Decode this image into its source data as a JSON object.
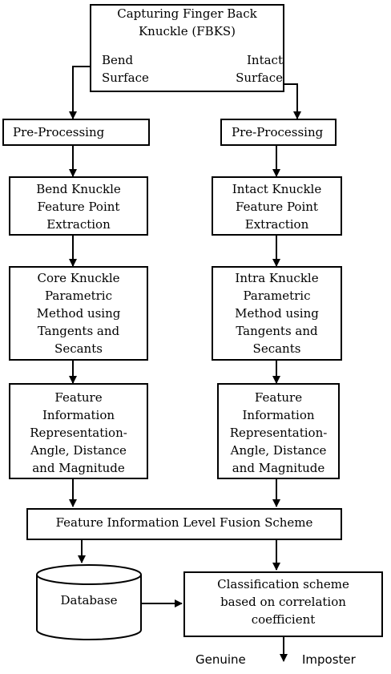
{
  "top": {
    "title": "Capturing Finger Back\nKnuckle (FBKS)",
    "bend": "Bend\nSurface",
    "intact": "Intact\nSurface"
  },
  "left": {
    "pre": "Pre-Processing",
    "extract": "Bend Knuckle\nFeature Point\nExtraction",
    "method": "Core Knuckle\nParametric\nMethod using\nTangents and\nSecants",
    "feature": "Feature\nInformation\nRepresentation-\nAngle, Distance\nand Magnitude"
  },
  "right": {
    "pre": "Pre-Processing",
    "extract": "Intact Knuckle\nFeature Point\nExtraction",
    "method": "Intra Knuckle\nParametric\nMethod using\nTangents and\nSecants",
    "feature": "Feature\nInformation\nRepresentation-\nAngle, Distance\nand Magnitude"
  },
  "fusion": "Feature Information Level Fusion Scheme",
  "database": "Database",
  "classification": "Classification scheme\nbased on correlation\ncoefficient",
  "outcome": {
    "genuine": "Genuine",
    "imposter": "Imposter"
  }
}
